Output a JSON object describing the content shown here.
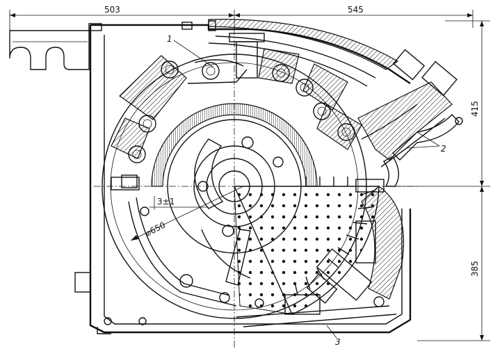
{
  "dimensions": {
    "top_left": "503",
    "top_right": "545",
    "right_upper": "415",
    "right_lower": "385",
    "gap": "3±1",
    "diameter": "⌀650"
  },
  "callouts": {
    "c1": "1",
    "c2": "2",
    "c3": "3"
  }
}
